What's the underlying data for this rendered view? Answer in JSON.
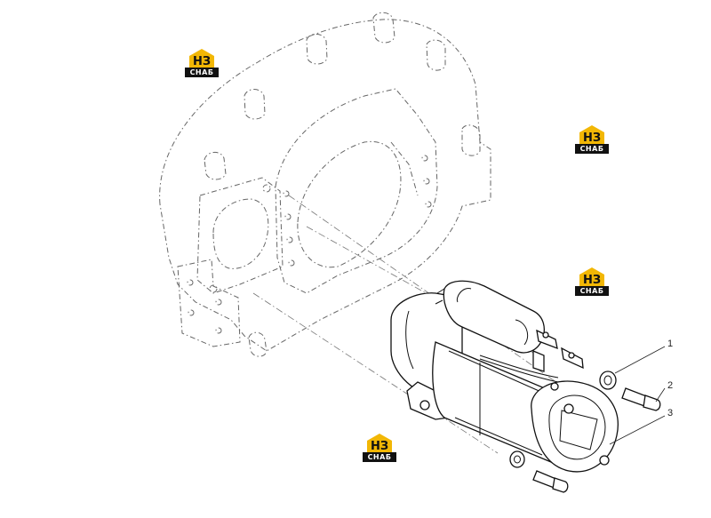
{
  "logo": {
    "initials": "НЗ",
    "caption": "СНАБ",
    "accent": "#f2b705"
  },
  "callouts": [
    {
      "number": "1"
    },
    {
      "number": "2"
    },
    {
      "number": "3"
    }
  ]
}
